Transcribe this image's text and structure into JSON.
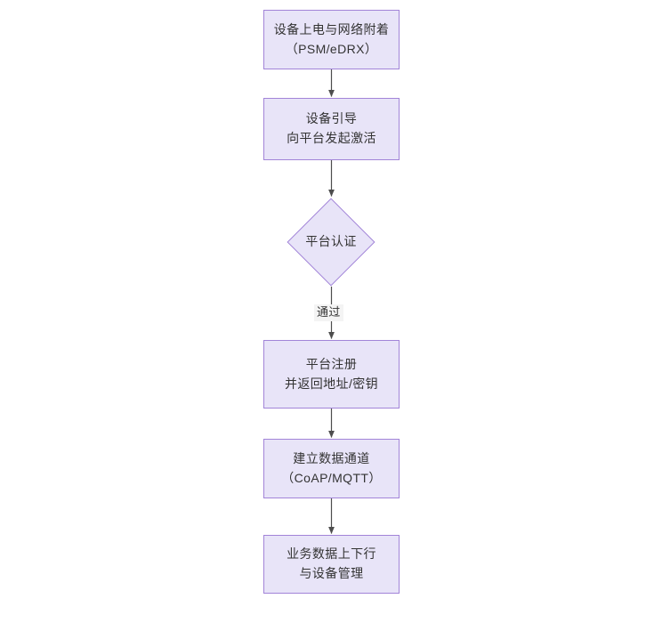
{
  "diagram": {
    "type": "flowchart",
    "orientation": "top-to-bottom",
    "theme": {
      "node_fill": "#e8e4f8",
      "node_border": "#a284d8",
      "text_color": "#333333",
      "edge_color": "#4d4d4d",
      "edge_label_background": "#f4f4f4",
      "canvas_background": "#ffffff"
    },
    "nodes": [
      {
        "id": "n1",
        "shape": "rect",
        "lines": [
          "设备上电与网络附着",
          "（PSM/eDRX）"
        ]
      },
      {
        "id": "n2",
        "shape": "rect",
        "lines": [
          "设备引导",
          "向平台发起激活"
        ]
      },
      {
        "id": "n3",
        "shape": "diamond",
        "lines": [
          "平台认证"
        ]
      },
      {
        "id": "n4",
        "shape": "rect",
        "lines": [
          "平台注册",
          "并返回地址/密钥"
        ]
      },
      {
        "id": "n5",
        "shape": "rect",
        "lines": [
          "建立数据通道",
          "（CoAP/MQTT）"
        ]
      },
      {
        "id": "n6",
        "shape": "rect",
        "lines": [
          "业务数据上下行",
          "与设备管理"
        ]
      }
    ],
    "edges": [
      {
        "id": "e1",
        "from": "n1",
        "to": "n2",
        "label": ""
      },
      {
        "id": "e2",
        "from": "n2",
        "to": "n3",
        "label": ""
      },
      {
        "id": "e3",
        "from": "n3",
        "to": "n4",
        "label": "通过"
      },
      {
        "id": "e4",
        "from": "n4",
        "to": "n5",
        "label": ""
      },
      {
        "id": "e5",
        "from": "n5",
        "to": "n6",
        "label": ""
      }
    ]
  }
}
